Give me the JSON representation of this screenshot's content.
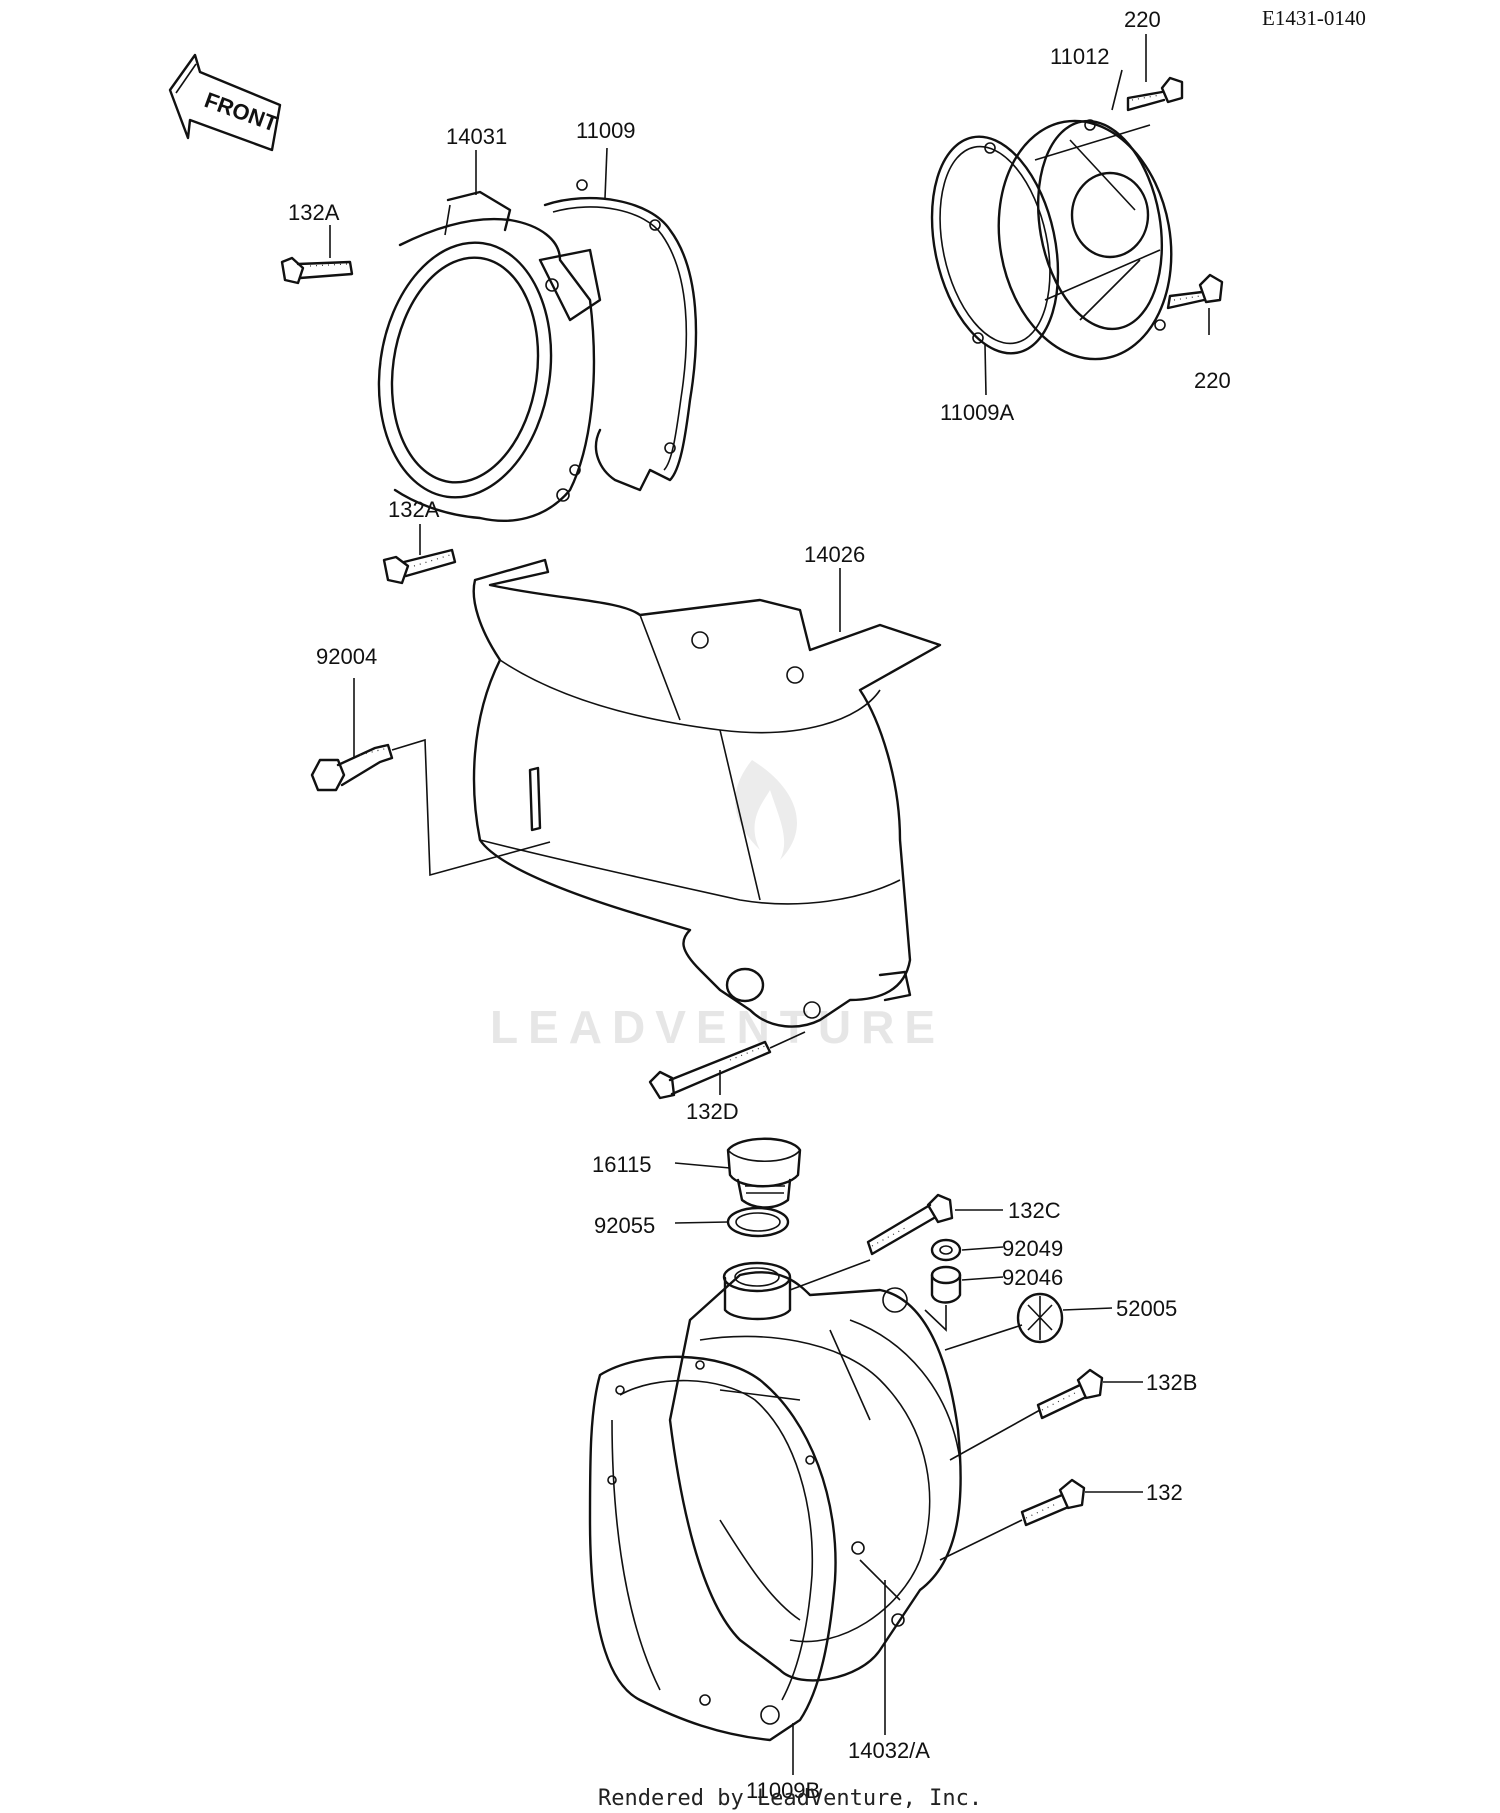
{
  "diagram_code": "E1431-0140",
  "front_label": "FRONT",
  "watermark": "LEADVENTURE",
  "credit": "Rendered by LeadVenture, Inc.",
  "callouts": {
    "p220_top": "220",
    "p11012": "11012",
    "p14031": "14031",
    "p11009": "11009",
    "p132A_top": "132A",
    "p220_right": "220",
    "p11009A": "11009A",
    "p132A_mid": "132A",
    "p14026": "14026",
    "p92004": "92004",
    "p132D": "132D",
    "p16115": "16115",
    "p92055": "92055",
    "p132C": "132C",
    "p92049": "92049",
    "p92046": "92046",
    "p52005": "52005",
    "p132B": "132B",
    "p132": "132",
    "p11009B": "11009B",
    "p14032A": "14032/A"
  }
}
